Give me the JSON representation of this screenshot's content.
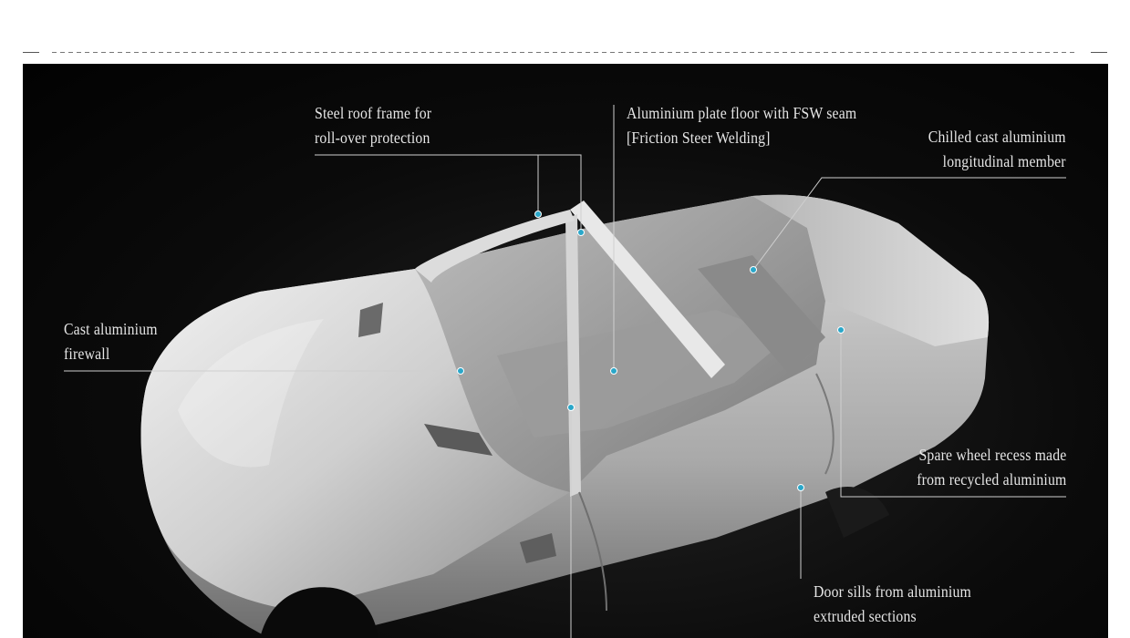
{
  "callouts": {
    "roof_frame": {
      "line1": "Steel roof frame for",
      "line2": "roll-over protection"
    },
    "plate_floor": {
      "line1": "Aluminium plate floor with FSW seam",
      "line2": "[Friction Steer Welding]"
    },
    "longitudinal": {
      "line1": "Chilled cast aluminium",
      "line2": "longitudinal member"
    },
    "firewall": {
      "line1": "Cast aluminium",
      "line2": "firewall"
    },
    "spare_wheel": {
      "line1": "Spare wheel recess made",
      "line2": "from recycled aluminium"
    },
    "door_sills": {
      "line1": "Door sills from aluminium",
      "line2": "extruded sections"
    }
  },
  "colors": {
    "background": "#ffffff",
    "panel": "#0b0b0b",
    "label_text": "#e6e6e6",
    "leader_line": "#cfcfcf",
    "marker_dot": "#2aa7c9"
  }
}
